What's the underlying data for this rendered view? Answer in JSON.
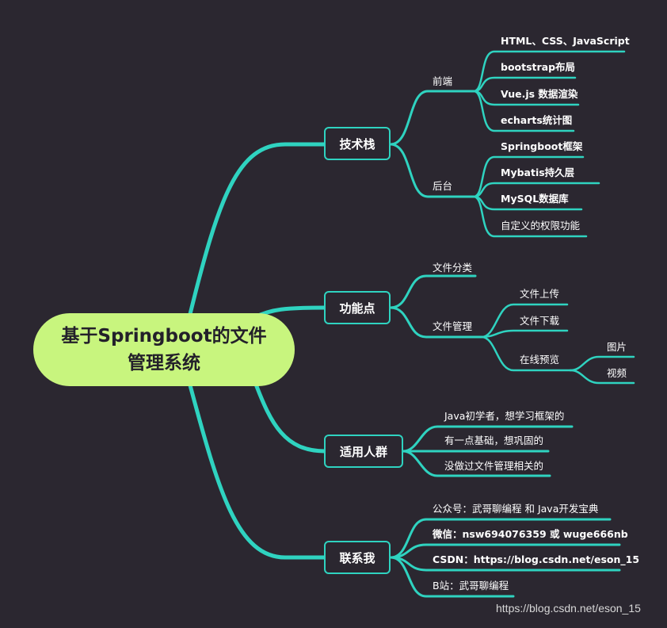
{
  "root": {
    "label": "基于Springboot的文件管理系统"
  },
  "branches": [
    {
      "label": "技术栈",
      "children": [
        {
          "label": "前端",
          "children": [
            {
              "label": "HTML、CSS、JavaScript"
            },
            {
              "label": "bootstrap布局"
            },
            {
              "label": "Vue.js 数据渲染"
            },
            {
              "label": "echarts统计图"
            }
          ]
        },
        {
          "label": "后台",
          "children": [
            {
              "label": "Springboot框架"
            },
            {
              "label": "Mybatis持久层"
            },
            {
              "label": "MySQL数据库"
            },
            {
              "label": "自定义的权限功能"
            }
          ]
        }
      ]
    },
    {
      "label": "功能点",
      "children": [
        {
          "label": "文件分类"
        },
        {
          "label": "文件管理",
          "children": [
            {
              "label": "文件上传"
            },
            {
              "label": "文件下载"
            },
            {
              "label": "在线预览",
              "children": [
                {
                  "label": "图片"
                },
                {
                  "label": "视频"
                }
              ]
            }
          ]
        }
      ]
    },
    {
      "label": "适用人群",
      "children": [
        {
          "label": "Java初学者，想学习框架的"
        },
        {
          "label": "有一点基础，想巩固的"
        },
        {
          "label": "没做过文件管理相关的"
        }
      ]
    },
    {
      "label": "联系我",
      "children": [
        {
          "label": "公众号：武哥聊编程 和 Java开发宝典"
        },
        {
          "label": "微信：nsw694076359 或 wuge666nb"
        },
        {
          "label": "CSDN：https://blog.csdn.net/eson_15"
        },
        {
          "label": "B站：武哥聊编程"
        }
      ]
    }
  ],
  "watermark": "https://blog.csdn.net/eson_15",
  "colors": {
    "background": "#2b2730",
    "link": "#2fd3c0",
    "root_fill": "#c8f57e",
    "text": "#ffffff"
  }
}
